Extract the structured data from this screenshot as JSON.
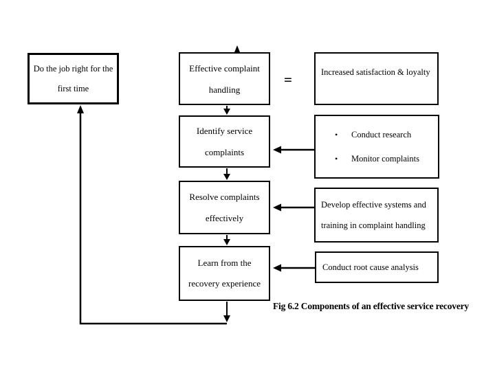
{
  "diagram": {
    "colors": {
      "ink": "#000000",
      "background": "#ffffff"
    },
    "caption": "Fig 6.2 Components of an effective service recovery",
    "equals_sign": "=",
    "left_box": {
      "label": "Do the job right for the\nfirst time"
    },
    "flow_boxes": [
      {
        "label": "Effective complaint\nhandling"
      },
      {
        "label": "Identify service\ncomplaints"
      },
      {
        "label": "Resolve complaints\neffectively"
      },
      {
        "label": "Learn from the\nrecovery experience"
      }
    ],
    "right_boxes": [
      {
        "label": "Increased satisfaction & loyalty"
      },
      {
        "bullet": "•",
        "items": [
          "Conduct research",
          "Monitor complaints"
        ]
      },
      {
        "label": "Develop effective systems and\ntraining in complaint handling"
      },
      {
        "label": "Conduct root cause analysis"
      }
    ]
  }
}
